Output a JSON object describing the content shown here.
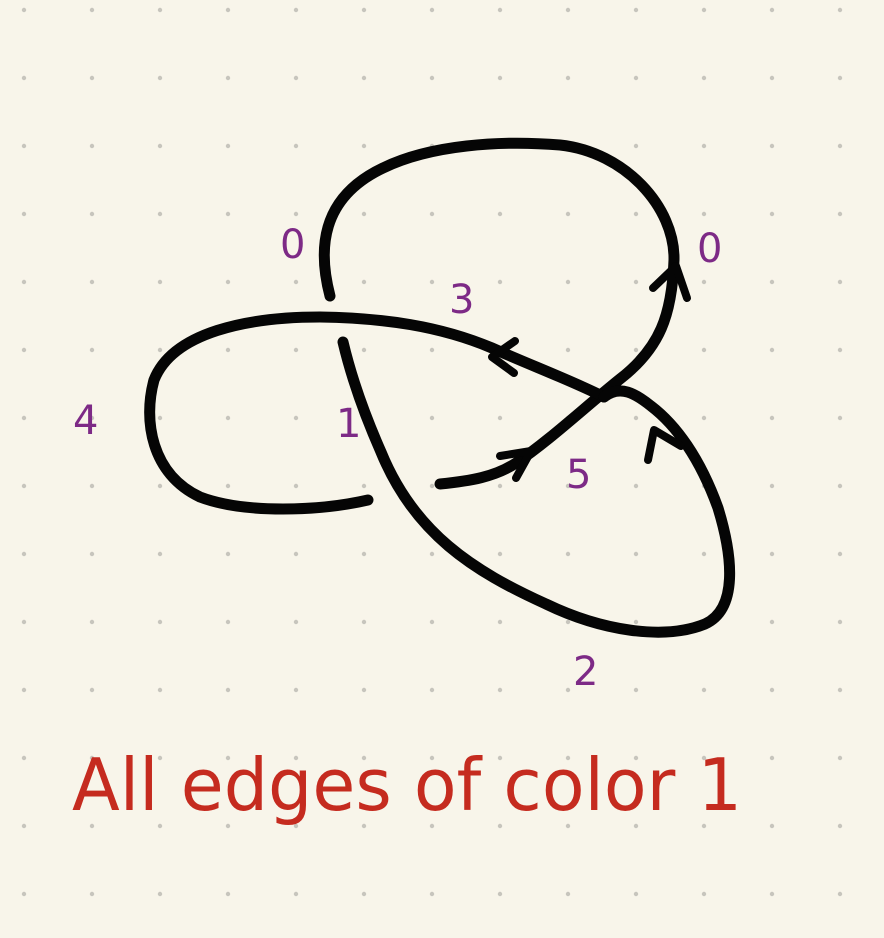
{
  "diagram": {
    "labels": {
      "left_top_0": "0",
      "right_top_0": "0",
      "center_3": "3",
      "left_4": "4",
      "center_1": "1",
      "center_5": "5",
      "bottom_2": "2"
    },
    "caption": "All edges of color 1"
  },
  "colors": {
    "background": "#f8f5ea",
    "dots": "#c7c5bd",
    "ink": "#050505",
    "label": "#7d2a86",
    "caption": "#c52b1f"
  }
}
